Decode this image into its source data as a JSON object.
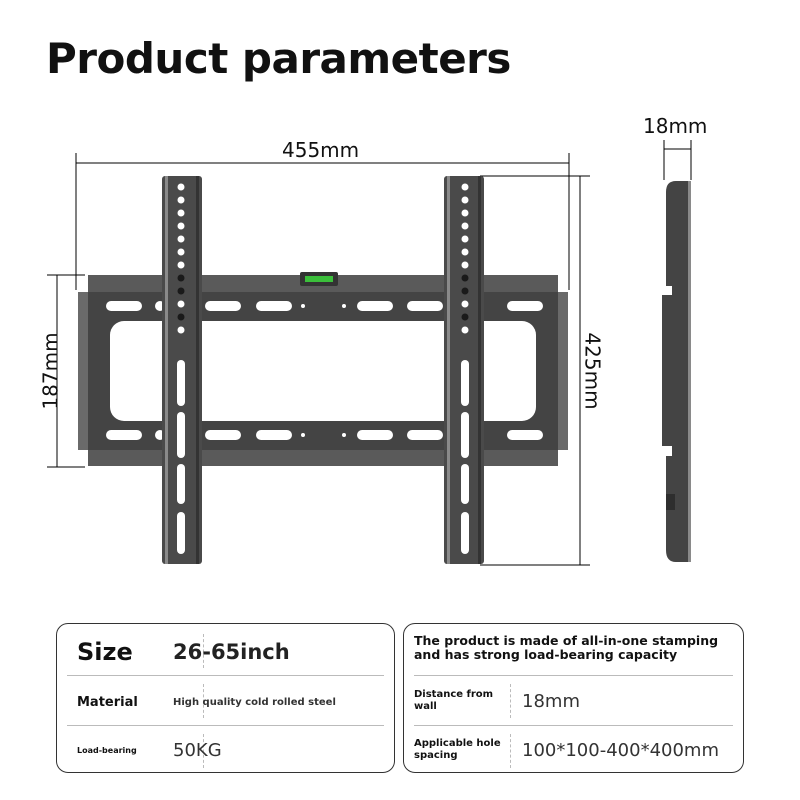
{
  "title": "Product parameters",
  "dimensions": {
    "width": "455mm",
    "height_bracket": "187mm",
    "height_total": "425mm",
    "depth": "18mm"
  },
  "colors": {
    "metal": "#4a4a4a",
    "metal_dark": "#2e2e2e",
    "metal_light": "#8a8a8a",
    "level_green": "#3bbf3b",
    "text": "#111111",
    "border": "#333333"
  },
  "specs_left": {
    "rows": [
      {
        "label": "Size",
        "value": "26-65inch"
      },
      {
        "label": "Material",
        "value": "High quality cold rolled steel"
      },
      {
        "label": "Load-bearing",
        "value": "50KG"
      }
    ]
  },
  "specs_right": {
    "headline": "The product is made of all-in-one stamping and has strong load-bearing capacity",
    "rows": [
      {
        "label": "Distance from wall",
        "value": "18mm"
      },
      {
        "label": "Applicable hole spacing",
        "value": "100*100-400*400mm"
      }
    ]
  }
}
